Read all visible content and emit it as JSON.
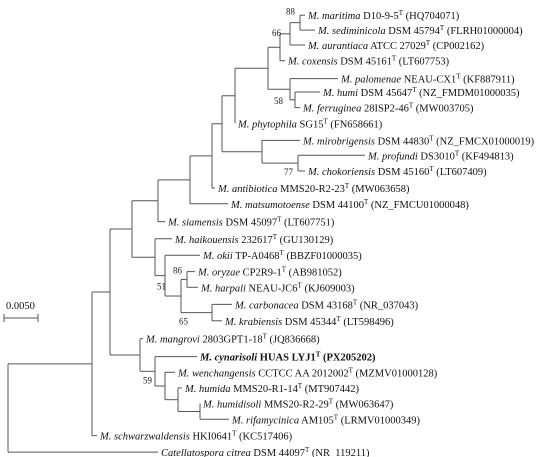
{
  "taxa": [
    {
      "id": "maritima",
      "genus": "M.",
      "species": "maritima",
      "strain": "D10-9-5",
      "acc": "(HQ704071)"
    },
    {
      "id": "sediminicola",
      "genus": "M.",
      "species": "sediminicola",
      "strain": "DSM 45794",
      "acc": "(FLRH01000004)"
    },
    {
      "id": "aurantiaca",
      "genus": "M.",
      "species": "aurantiaca",
      "strain": "ATCC 27029",
      "acc": "(CP002162)"
    },
    {
      "id": "coxensis",
      "genus": "M.",
      "species": "coxensis",
      "strain": "DSM 45161",
      "acc": "(LT607753)"
    },
    {
      "id": "palomenae",
      "genus": "M.",
      "species": "palomenae",
      "strain": "NEAU-CX1",
      "acc": "(KF887911)"
    },
    {
      "id": "humi",
      "genus": "M.",
      "species": "humi",
      "strain": "DSM 45647",
      "acc": "(NZ_FMDM01000035)"
    },
    {
      "id": "ferruginea",
      "genus": "M.",
      "species": "ferruginea",
      "strain": "28ISP2-46",
      "acc": "(MW003705)"
    },
    {
      "id": "phytophila",
      "genus": "M.",
      "species": "phytophila",
      "strain": "SG15",
      "acc": "(FN658661)"
    },
    {
      "id": "mirobrigensis",
      "genus": "M.",
      "species": "mirobrigensis",
      "strain": "DSM 44830",
      "acc": "(NZ_FMCX01000019)"
    },
    {
      "id": "profundi",
      "genus": "M.",
      "species": "profundi",
      "strain": "DS3010",
      "acc": "(KF494813)"
    },
    {
      "id": "chokoriensis",
      "genus": "M.",
      "species": "chokoriensis",
      "strain": "DSM 45160",
      "acc": "(LT607409)"
    },
    {
      "id": "antibiotica",
      "genus": "M.",
      "species": "antibiotica",
      "strain": "MMS20-R2-23",
      "acc": "(MW063658)"
    },
    {
      "id": "matsumotoense",
      "genus": "M.",
      "species": "matsumotoense",
      "strain": "DSM 44100",
      "acc": "(NZ_FMCU01000048)"
    },
    {
      "id": "siamensis",
      "genus": "M.",
      "species": "siamensis",
      "strain": "DSM 45097",
      "acc": "(LT607751)"
    },
    {
      "id": "haikouensis",
      "genus": "M.",
      "species": "haikouensis",
      "strain": "232617",
      "acc": "(GU130129)"
    },
    {
      "id": "okii",
      "genus": "M.",
      "species": "okii",
      "strain": "TP-A0468",
      "acc": "(BBZF01000035)"
    },
    {
      "id": "oryzae",
      "genus": "M.",
      "species": "oryzae",
      "strain": "CP2R9-1",
      "acc": "(AB981052)"
    },
    {
      "id": "harpali",
      "genus": "M.",
      "species": "harpali",
      "strain": "NEAU-JC6",
      "acc": "(KJ609003)"
    },
    {
      "id": "carbonacea",
      "genus": "M.",
      "species": "carbonacea",
      "strain": "DSM 43168",
      "acc": "(NR_037043)"
    },
    {
      "id": "krabiensis",
      "genus": "M.",
      "species": "krabiensis",
      "strain": "DSM 45344",
      "acc": "(LT598496)"
    },
    {
      "id": "mangrovi",
      "genus": "M.",
      "species": "mangrovi",
      "strain": "2803GPT1-18",
      "acc": "(JQ836668)"
    },
    {
      "id": "cynarisoli",
      "genus": "M.",
      "species": "cynarisoli",
      "strain": "HUAS LYJ1",
      "acc": "(PX205202)",
      "bold": true
    },
    {
      "id": "wenchangensis",
      "genus": "M.",
      "species": "wenchangensis",
      "strain": "CCTCC AA 2012002",
      "acc": "(MZMV01000128)"
    },
    {
      "id": "humida",
      "genus": "M.",
      "species": "humida",
      "strain": "MMS20-R1-14",
      "acc": "(MT907442)"
    },
    {
      "id": "humidisoli",
      "genus": "M.",
      "species": "humidisoli",
      "strain": "MMS20-R2-29",
      "acc": "(MW063647)"
    },
    {
      "id": "rifamycinica",
      "genus": "M.",
      "species": "rifamycinica",
      "strain": "AM105",
      "acc": "(LRMV01000349)"
    },
    {
      "id": "schwarzwaldensis",
      "genus": "M.",
      "species": "schwarzwaldensis",
      "strain": "HKI0641",
      "acc": "(KC517406)"
    },
    {
      "id": "citrea",
      "genus": "Catellatospora",
      "species": "citrea",
      "strain": "DSM 44097",
      "acc": "(NR_119211)"
    }
  ],
  "type_strain_mark": "T",
  "bootstrap": [
    "88",
    "66",
    "58",
    "77",
    "86",
    "51",
    "65",
    "59"
  ],
  "scale_bar": {
    "label": "0.0050"
  },
  "colors": {
    "branch": "#555555",
    "text": "#111111"
  }
}
